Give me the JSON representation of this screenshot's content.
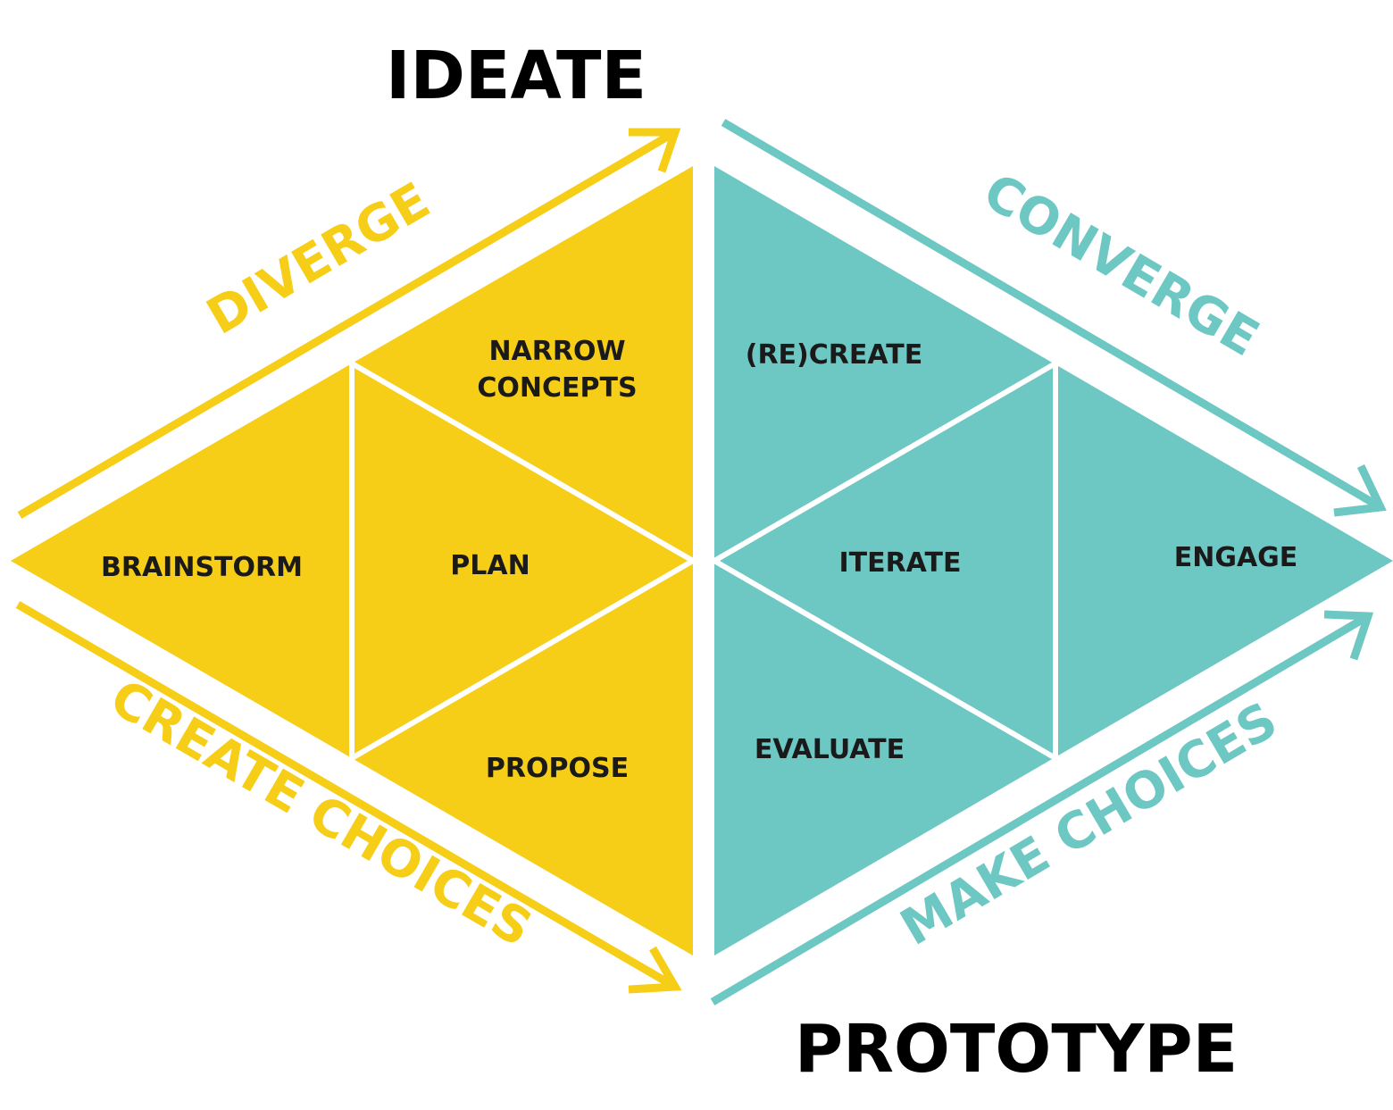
{
  "colors": {
    "ideate": "#F6CE17",
    "prototype": "#6DC7C3",
    "divider": "#ffffff",
    "text": "#1a1a1a",
    "heading": "#000000"
  },
  "headings": {
    "top": "IDEATE",
    "bottom": "PROTOTYPE"
  },
  "edge_labels": {
    "diverge": "DIVERGE",
    "create_choices": "CREATE CHOICES",
    "converge": "CONVERGE",
    "make_choices": "MAKE CHOICES"
  },
  "ideate_steps": {
    "brainstorm": "BRAINSTORM",
    "plan": "PLAN",
    "narrow_line1": "NARROW",
    "narrow_line2": "CONCEPTS",
    "propose": "PROPOSE"
  },
  "prototype_steps": {
    "recreate": "(RE)CREATE",
    "iterate": "ITERATE",
    "evaluate": "EVALUATE",
    "engage": "ENGAGE"
  }
}
